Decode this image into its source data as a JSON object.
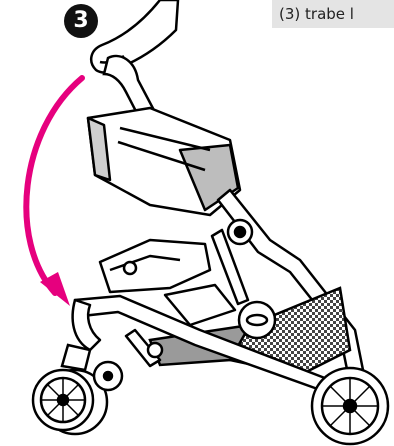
{
  "caption": {
    "text": "(3) trabe l"
  },
  "step": {
    "number": "3"
  },
  "colors": {
    "arrow": "#e6007e",
    "line": "#000000",
    "shade": "#9a9a9a",
    "panel": "#e4e4e4"
  },
  "icons": {
    "step_badge": "step-number-3-badge",
    "arrow": "curved-fold-arrow",
    "hand": "hand-icon",
    "stroller": "stroller-illustration"
  }
}
